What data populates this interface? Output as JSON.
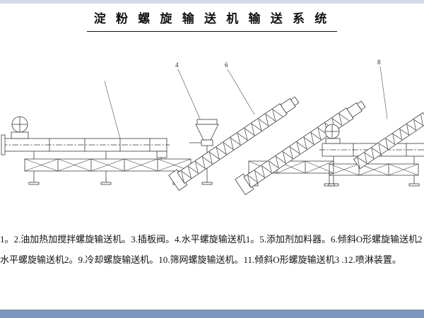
{
  "page": {
    "title": "淀 粉 螺 旋 输 送 机 输 送 系 统"
  },
  "captions": {
    "line1": "1。2.油加热加搅拌螺旋输送机。3.插板阀。4.水平螺旋输送机1。5.添加剂加料器。6.倾斜O形螺旋输送机2",
    "line2": "水平螺旋输送机2。9.冷却螺旋输送机。10.筛网螺旋输送机。11.倾斜O形螺旋输送机3 .12.喷淋装置。"
  },
  "callouts": [
    {
      "label": "4"
    },
    {
      "label": "6"
    },
    {
      "label": "8"
    }
  ],
  "colors": {
    "drawing_line": "#3a3a3a",
    "edge_top": "#d3dae6",
    "edge_bottom": "#7d95c1"
  }
}
